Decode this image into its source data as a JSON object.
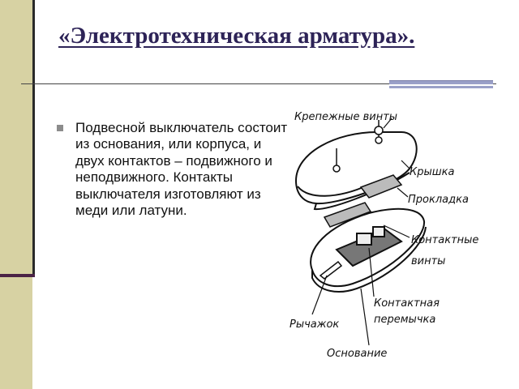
{
  "slide": {
    "title": "«Электротехническая арматура».",
    "body_text": "Подвесной выключатель состоит из основания, или корпуса, и двух контактов – подвижного и неподвижного. Контакты выключателя изготовляют из меди или латуни."
  },
  "figure": {
    "labels": {
      "fastening_screws": "Крепежные винты",
      "cover": "Крышка",
      "gasket": "Прокладка",
      "contact_screws_1": "Контактные",
      "contact_screws_2": "винты",
      "lever": "Рычажок",
      "contact_bridge_1": "Контактная",
      "contact_bridge_2": "перемычка",
      "base": "Основание"
    }
  },
  "colors": {
    "left_band": "#d7d2a3",
    "title": "#2d2357",
    "rule_accent": "#9aa0c8"
  }
}
